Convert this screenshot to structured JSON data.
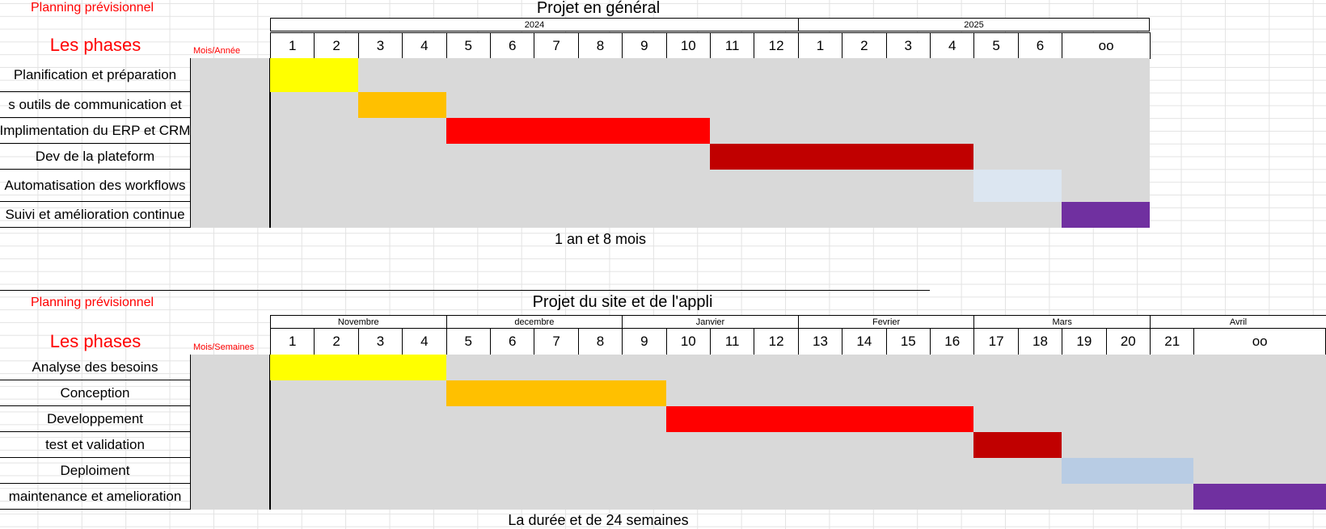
{
  "section1": {
    "planning_label": "Planning prévisionnel",
    "title": "Projet en général",
    "phases_label": "Les phases",
    "axis_label": "Mois/Année",
    "years": [
      "2024",
      "2025"
    ],
    "columns": [
      "1",
      "2",
      "3",
      "4",
      "5",
      "6",
      "7",
      "8",
      "9",
      "10",
      "11",
      "12",
      "1",
      "2",
      "3",
      "4",
      "5",
      "6",
      "oo"
    ],
    "rows": [
      "Planification et préparation",
      "s outils de communication et",
      "Implimentation du ERP et CRM",
      "Dev de la plateform",
      "Automatisation des workflows",
      "Suivi et amélioration continue"
    ],
    "footer": "1 an et 8 mois"
  },
  "section2": {
    "planning_label": "Planning prévisionnel",
    "title": "Projet du site et de l'appli",
    "phases_label": "Les phases",
    "axis_label": "Mois/Semaines",
    "months": [
      "Novembre",
      "decembre",
      "Janvier",
      "Fevrier",
      "Mars",
      "Avril"
    ],
    "columns": [
      "1",
      "2",
      "3",
      "4",
      "5",
      "6",
      "7",
      "8",
      "9",
      "10",
      "11",
      "12",
      "13",
      "14",
      "15",
      "16",
      "17",
      "18",
      "19",
      "20",
      "21",
      "oo"
    ],
    "rows": [
      "Analyse des besoins",
      "Conception",
      "Developpement",
      "test et validation",
      "Deploiment",
      "maintenance et amelioration"
    ],
    "footer": "La durée et de 24 semaines"
  },
  "colors": {
    "yellow": "#ffff00",
    "orange": "#ffc000",
    "red": "#ff0000",
    "dark_red": "#c00000",
    "light_blue_1": "#dce6f1",
    "light_blue_2": "#b8cce4",
    "purple": "#7030a0",
    "grid_fill": "#d9d9d9"
  }
}
